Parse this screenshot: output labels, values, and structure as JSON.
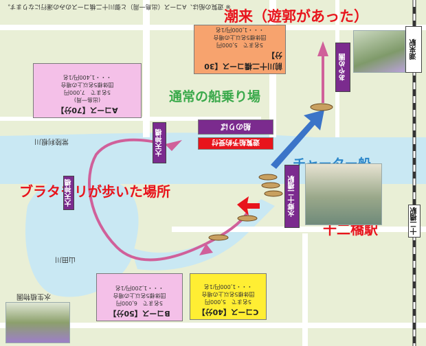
{
  "header_note": "※ 遊覧の船は、Aコース（出島一周）と御川十二橋コースのみの運行になります。",
  "labels": {
    "itako_title": "潮来（遊郭があった）",
    "regular_pier": "通常の船乗り場",
    "charter_boat": "チャーター船",
    "buratamori": "ブラタモリが歩いた場所",
    "juni_station": "十二橋駅",
    "itako_station": "潮来駅"
  },
  "signs": {
    "ayame_park": "あやめ園",
    "otenjin": "大天神橋",
    "mizugo_juni": "水郷十二橋駅",
    "suikyo_park": "水生植物園",
    "river_name": "常陸利根川",
    "yamada_river": "山田川",
    "pier_sign_1": "船のりば",
    "pier_sign_2": "遊覧船予約受付"
  },
  "courses": {
    "a": {
      "title": "Aコース【70分】",
      "sub1": "(出島一周)",
      "sub2": "5名まで　7,000円",
      "sub3": "団体様5名以上の場合",
      "sub4": "・・・1,400円/1名"
    },
    "b": {
      "title": "Bコース【50分】",
      "sub1": "5名まで　6,000円",
      "sub2": "団体様5名以上の場合",
      "sub3": "・・・1,200円/1名"
    },
    "c": {
      "title": "Cコース【40分】",
      "sub1": "5名まで　5,000円",
      "sub2": "団体様5名以上の場合",
      "sub3": "・・・1,000円/1名"
    },
    "d": {
      "title": "前川十二橋コース【30分】",
      "sub1": "5名まで　5,000円",
      "sub2": "団体様5名以上の場合",
      "sub3": "・・・1,000円/1名"
    }
  },
  "colors": {
    "water": "#c9e8f3",
    "land": "#e9efd6",
    "road": "#ffffff",
    "route": "#d0609a",
    "red_text": "#e8141c",
    "green_text": "#3aa94b",
    "blue_text": "#2b86c9",
    "course_a_bg": "#f4c0e8",
    "course_b_bg": "#f4c0e8",
    "course_c_bg": "#ffee33",
    "course_d_bg": "#f7a36e",
    "sign_purple": "#7b2b8e",
    "blue_arrow": "#3b74c8"
  }
}
